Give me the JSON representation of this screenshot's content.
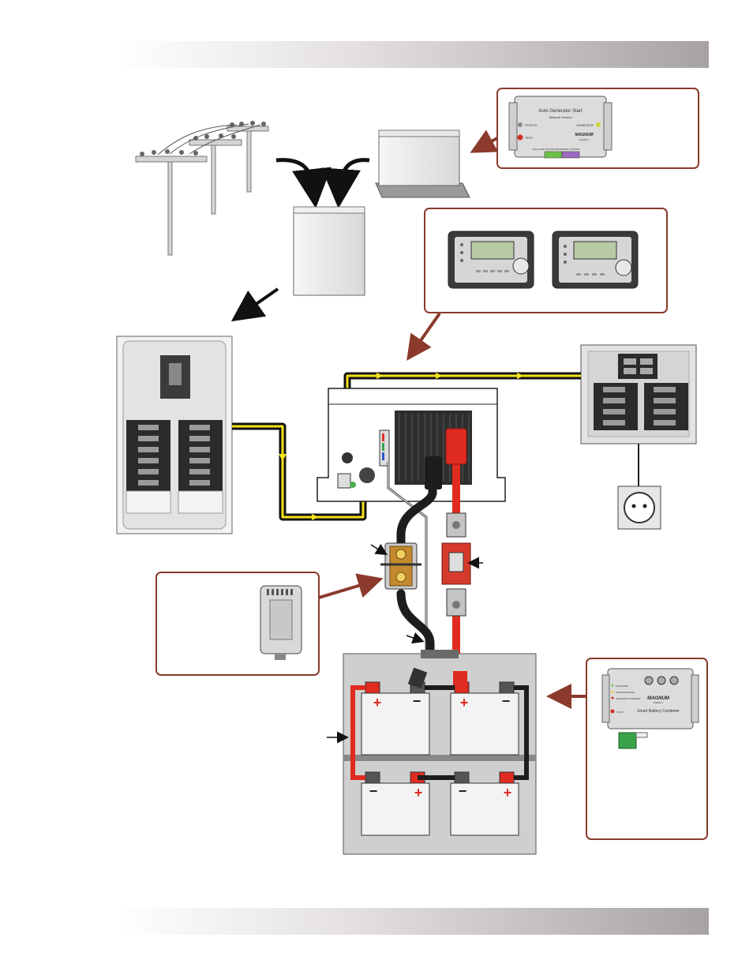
{
  "diagram": {
    "ags_module": {
      "title": "Auto Generator Start",
      "subtitle": "Network Version",
      "led_status": "STATUS",
      "led_test": "TEST",
      "led_generator": "GENERATOR",
      "terminal_left": "AGS LOAD CONTROL",
      "terminal_right": "INVERTER CONTROL"
    },
    "brand": "MAGNUM",
    "brand_sub": "ENERGY",
    "combiner_module": {
      "title": "Smart Battery Combiner",
      "status_1": "CHARGING",
      "status_2": "DISCONNECTED",
      "status_3": "CHARGING CURRENT",
      "status_4": "FAULT"
    },
    "battery_plus": "+",
    "battery_minus": "−",
    "colors": {
      "callout": "#8b3a2c",
      "ac_wire": "#f4e11b",
      "dc_positive": "#e02b20",
      "dc_negative": "#1d1d1d",
      "band_dark": "#a7a2a6"
    }
  }
}
